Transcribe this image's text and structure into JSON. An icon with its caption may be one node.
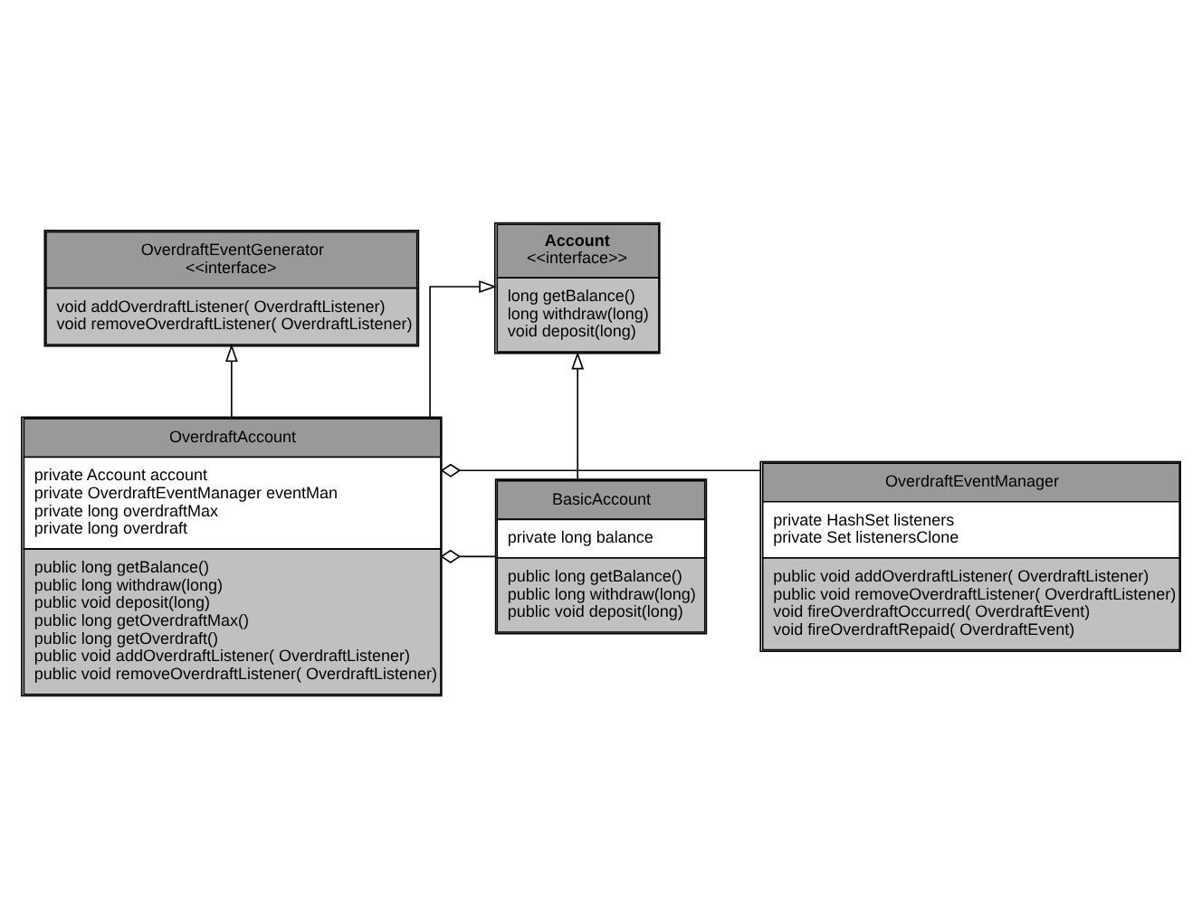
{
  "diagram": {
    "nodes": [
      {
        "text": [
          "OverdraftEventGenerator",
          "<<interface>",
          "void addOverdraftListener( OverdraftListener)",
          "void removeOverdraftListener( OverdraftListener)"
        ]
      },
      {
        "text": [
          "Account",
          "<<interface>>",
          "long getBalance()",
          "long withdraw(long)",
          "void deposit(long)"
        ]
      },
      {
        "text": [
          "OverdraftAccount",
          "private Account account",
          "private OverdraftEventManager eventMan",
          "private long overdraftMax",
          "private long overdraft",
          "public long getBalance()",
          "public long withdraw(long)",
          "public void deposit(long)",
          "public long getOverdraftMax()",
          "public long getOverdraft()",
          "public void addOverdraftListener( OverdraftListener)",
          "public void removeOverdraftListener( OverdraftListener)"
        ]
      },
      {
        "text": [
          "BasicAccount",
          "private long balance",
          "public long getBalance()",
          "public long withdraw(long)",
          "public void deposit(long)"
        ]
      },
      {
        "text": [
          "OverdraftEventManager",
          "private HashSet listeners",
          "private Set listenersClone",
          "public void addOverdraftListener( OverdraftListener)",
          "public void removeOverdraftListener( OverdraftListener)",
          "void fireOverdraftOccurred( OverdraftEvent)",
          "void fireOverdraftRepaid( OverdraftEvent)"
        ]
      }
    ],
    "edges": [
      {
        "from": 2,
        "to": 0,
        "arrow": "to"
      },
      {
        "from": 2,
        "to": 1,
        "arrow": "to"
      },
      {
        "from": 3,
        "to": 1,
        "arrow": "to"
      },
      {
        "from": 2,
        "to": 3,
        "arrow": "other"
      },
      {
        "from": 2,
        "to": 4,
        "arrow": "other"
      }
    ]
  }
}
